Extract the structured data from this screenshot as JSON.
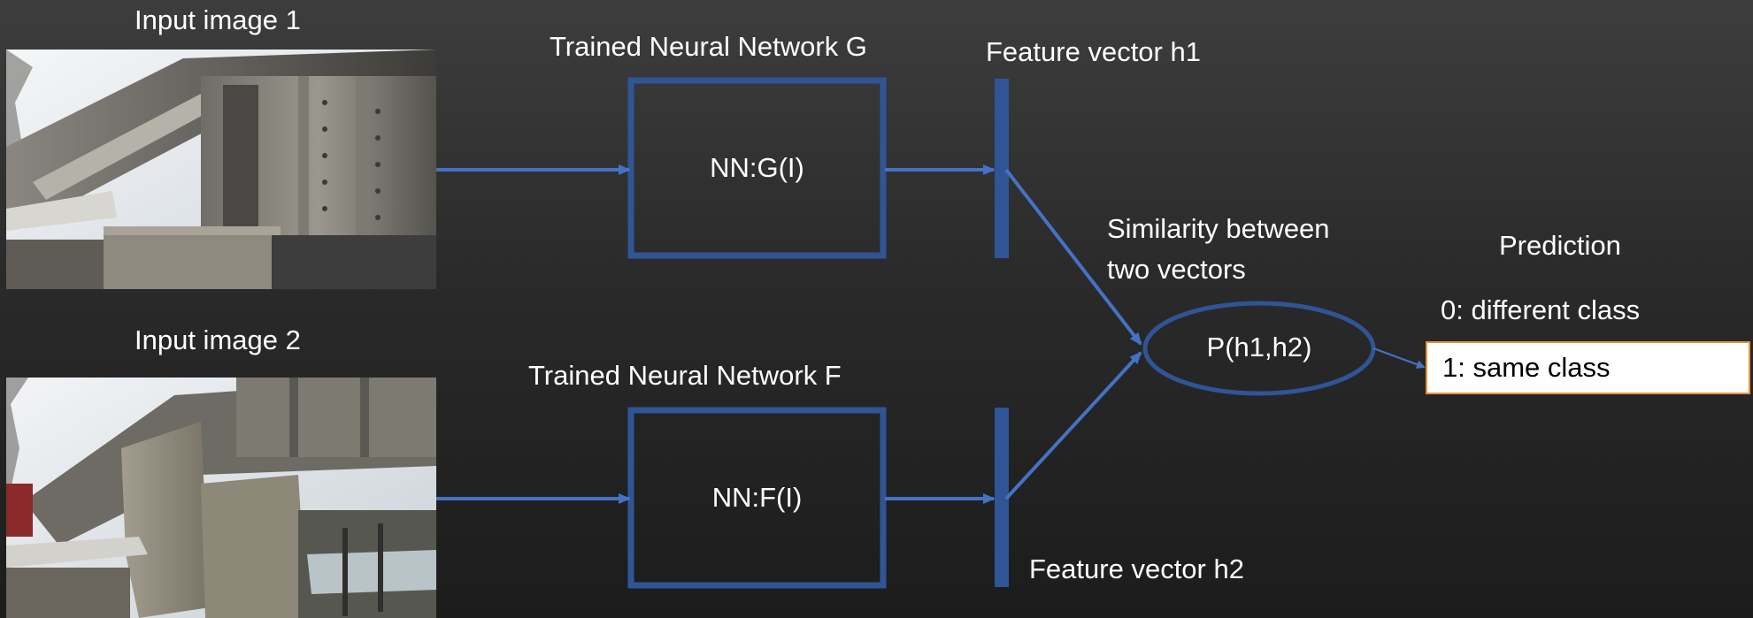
{
  "inputs": {
    "image1_label": "Input image 1",
    "image2_label": "Input image 2"
  },
  "networks": {
    "g_title": "Trained Neural Network G",
    "g_box": "NN:G(I)",
    "f_title": "Trained Neural Network F",
    "f_box": "NN:F(I)"
  },
  "features": {
    "h1_label": "Feature vector h1",
    "h2_label": "Feature vector h2"
  },
  "similarity": {
    "line1": "Similarity between",
    "line2": "two vectors",
    "node": "P(h1,h2)"
  },
  "prediction": {
    "title": "Prediction",
    "option0": "0: different class",
    "option1": "1: same class"
  },
  "colors": {
    "accent_blue": "#2f5597",
    "arrow_blue": "#4472c4",
    "highlight_border": "#e8903a"
  },
  "icons": {
    "photo1": "bridge-underside-photo",
    "photo2": "bridge-pier-photo"
  }
}
